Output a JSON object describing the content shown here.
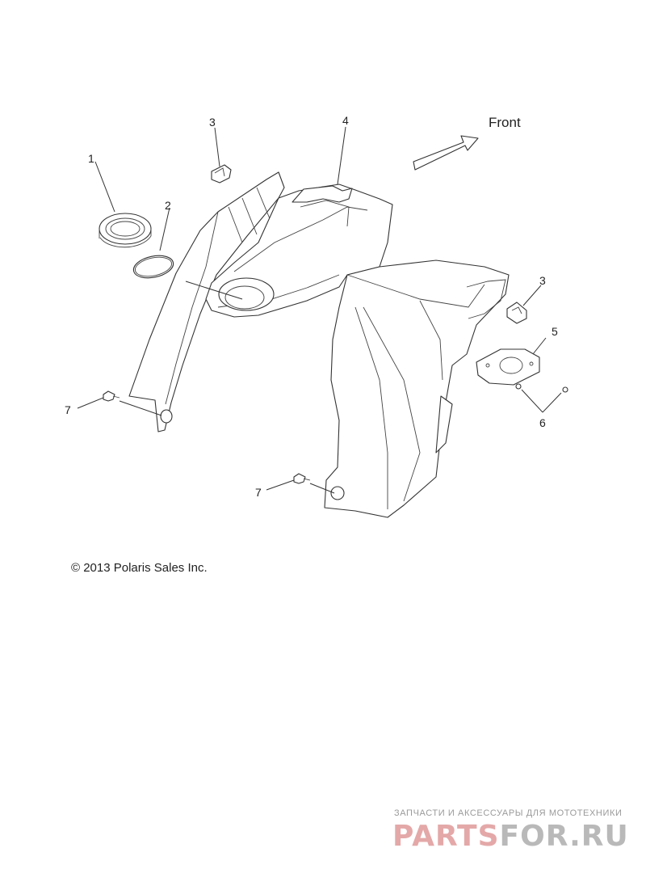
{
  "labels": {
    "front": "Front",
    "callouts": [
      "1",
      "2",
      "3",
      "4",
      "3",
      "5",
      "6",
      "7",
      "7"
    ]
  },
  "copyright": "© 2013 Polaris Sales Inc.",
  "watermark": {
    "tagline": "ЗАПЧАСТИ И АКСЕССУАРЫ ДЛЯ МОТОТЕХНИКИ",
    "logo_part1": "PARTS",
    "logo_part2": "FOR.RU"
  }
}
